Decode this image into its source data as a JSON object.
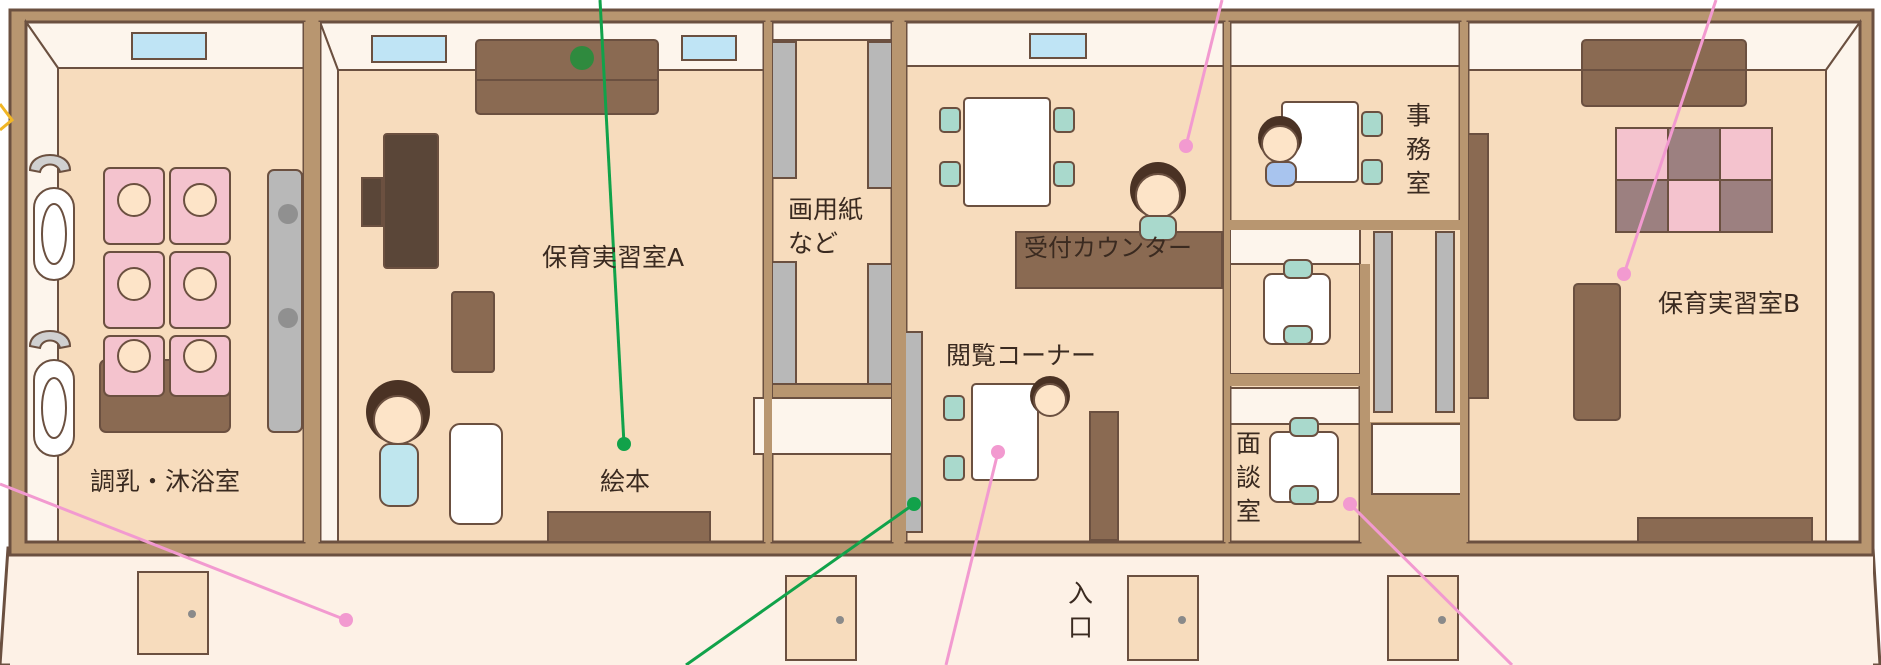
{
  "colors": {
    "wall": "#b89670",
    "wall_outline": "#6b5040",
    "floor": "#f7dcbd",
    "corridor": "#fdf1e6",
    "ceiling": "#fdf5ec",
    "window": "#bfe4f5",
    "furniture_wood": "#8a6a52",
    "furniture_dark": "#5a4638",
    "pink_mat": "#f4c3ce",
    "mauve_mat": "#9c8080",
    "chair": "#a9d9cc",
    "gray": "#b8b8b8",
    "leader_green": "#11a24a",
    "leader_pink": "#f29ad0",
    "accent_yellow": "#f1b625",
    "uniform": "#bfe6ee",
    "skin": "#fde4c8",
    "hair": "#4a3224"
  },
  "rooms": {
    "preparation_bath": "調乳・沐浴室",
    "practice_room_a": "保育実習室A",
    "paper_storage_line1": "画用紙",
    "paper_storage_line2": "など",
    "reception_counter": "受付カウンター",
    "office_char1": "事",
    "office_char2": "務",
    "office_char3": "室",
    "reading_corner": "閲覧コーナー",
    "interview_char1": "面",
    "interview_char2": "談",
    "interview_char3": "室",
    "practice_room_b": "保育実習室B"
  },
  "labels": {
    "picture_books": "絵本",
    "entrance_char1": "入",
    "entrance_char2": "口"
  },
  "icons": {
    "piano": "upright-piano-icon",
    "baby_cribs": "baby-crib-icon",
    "sinks": "baby-bath-sink-icon",
    "teacher": "teacher-person-icon",
    "receptionist": "receptionist-person-icon",
    "office_worker": "office-worker-icon",
    "reader": "reader-person-icon",
    "doors": "door-icon",
    "windows": "skylight-window-icon"
  }
}
